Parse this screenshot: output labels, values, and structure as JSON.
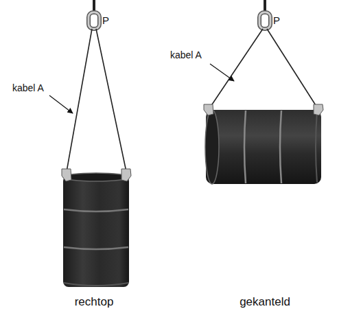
{
  "diagram": {
    "labels": [
      "P",
      "kabel A",
      "P",
      "kabel A",
      "rechtop",
      "gekanteld"
    ]
  }
}
